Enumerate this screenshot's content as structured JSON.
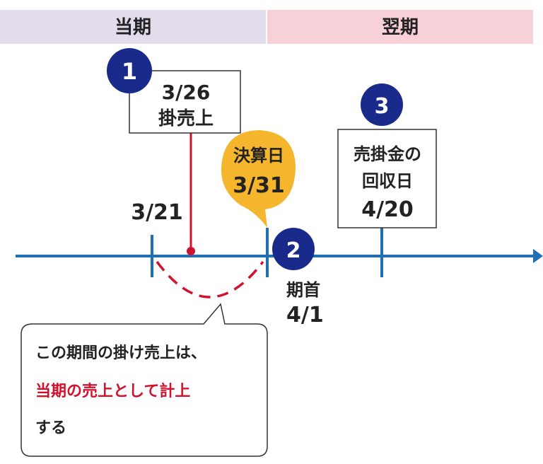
{
  "periods": {
    "current": "当期",
    "next": "翌期"
  },
  "steps": [
    {
      "number": "1",
      "date": "3/26",
      "label": "掛売上"
    },
    {
      "number": "2",
      "label": "期首",
      "date": "4/1"
    },
    {
      "number": "3",
      "label_line1": "売掛金の",
      "label_line2": "回収日",
      "date": "4/20"
    }
  ],
  "closing": {
    "label": "決算日",
    "date": "3/31"
  },
  "start_date": "3/21",
  "note": {
    "line1": "この期間の掛け売上は、",
    "line2": "当期の売上として計上",
    "line3": "する"
  },
  "colors": {
    "navy": "#1a2a8a",
    "timeline": "#1f6fb5",
    "red": "#d0122c",
    "yellow": "#f5b52c",
    "current_bg": "#e2dcec",
    "next_bg": "#f8d0d8"
  }
}
